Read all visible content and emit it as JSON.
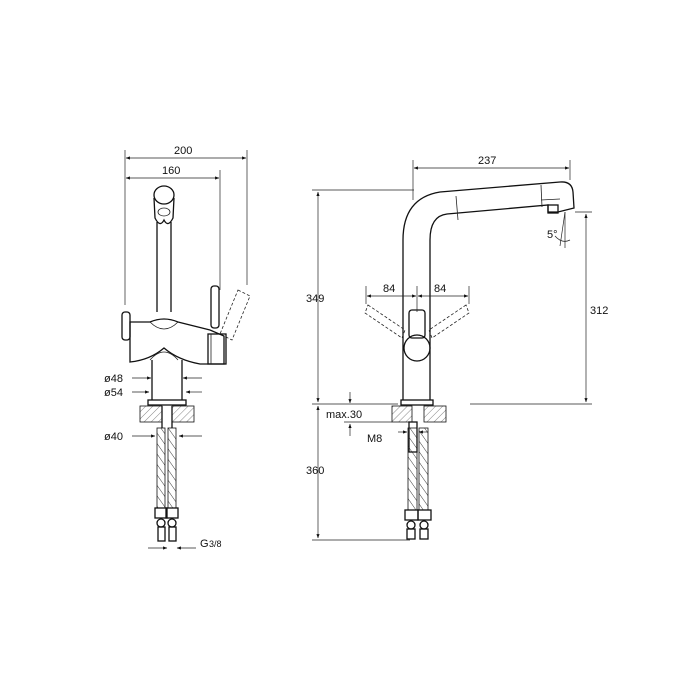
{
  "front_view": {
    "width_overall": "200",
    "width_handles": "160",
    "diameter_body": "ø48",
    "diameter_flange": "ø54",
    "diameter_hole": "ø40",
    "thread": "G",
    "thread_fraction": "3/8"
  },
  "side_view": {
    "spout_reach": "237",
    "total_height": "349",
    "spout_height": "312",
    "handle_left": "84",
    "handle_right": "84",
    "max_counter_thickness": "max.30",
    "stud_thread": "M8",
    "hose_length": "360",
    "spray_angle": "5°"
  }
}
